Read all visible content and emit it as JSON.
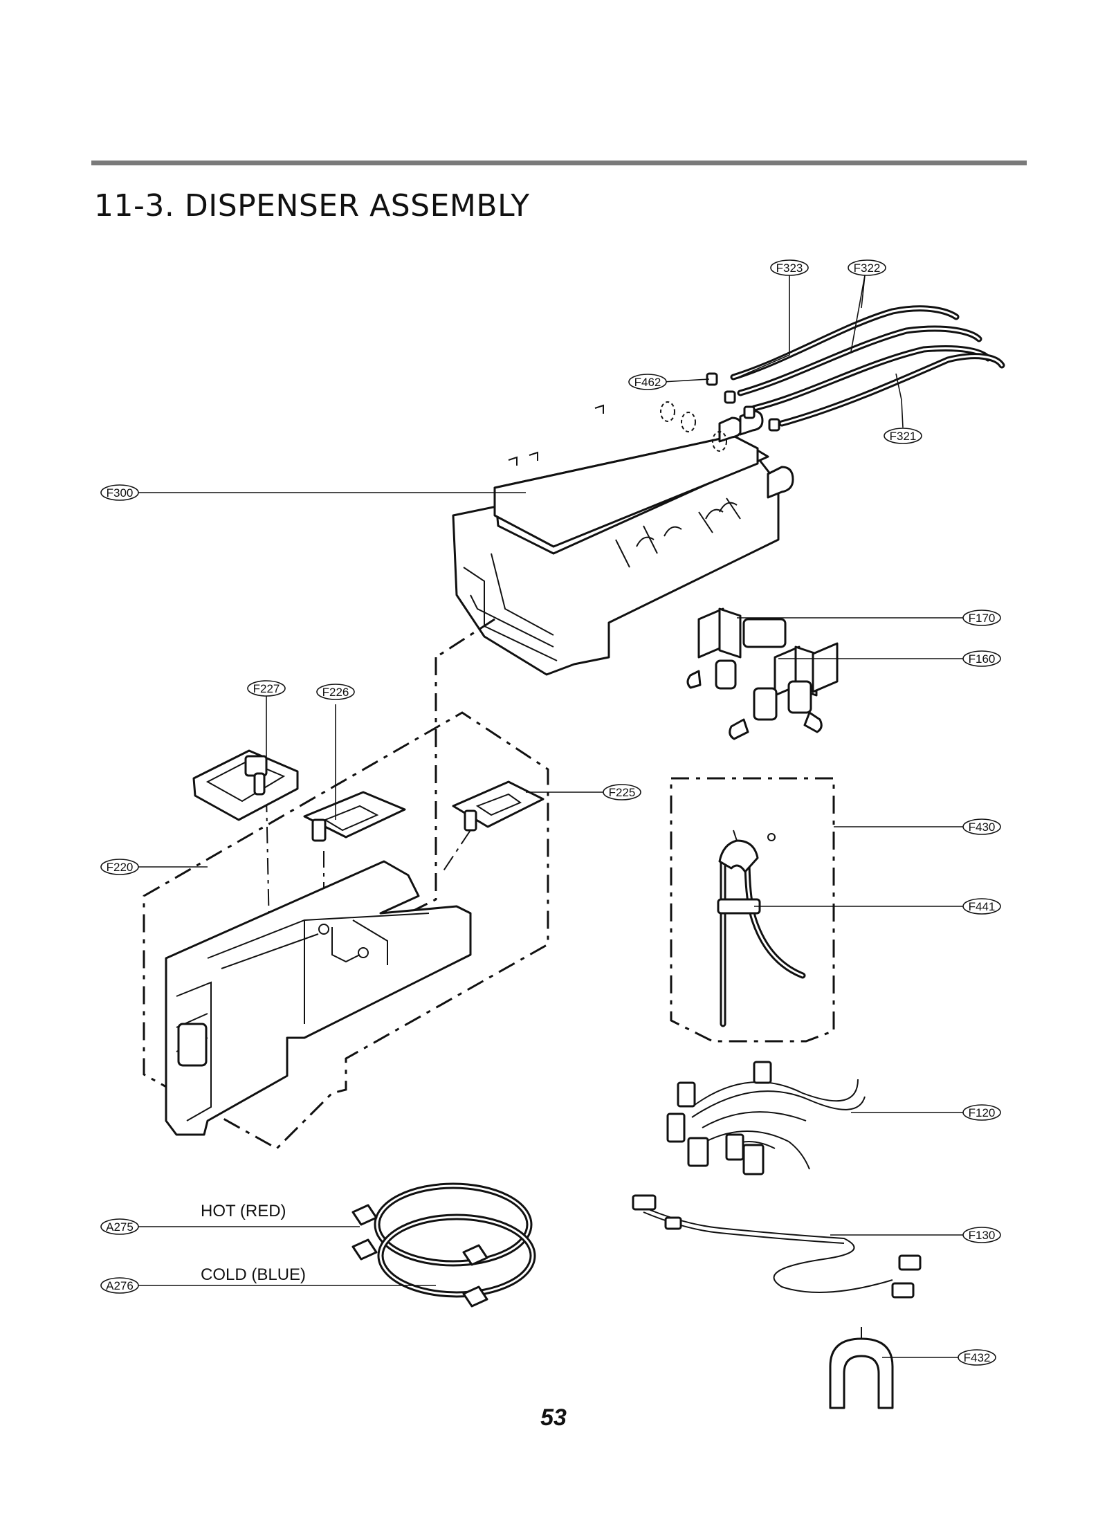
{
  "page": {
    "section_title": "11-3. DISPENSER ASSEMBLY",
    "page_number": "53"
  },
  "callouts": {
    "F323": "F323",
    "F322": "F322",
    "F462": "F462",
    "F321": "F321",
    "F300": "F300",
    "F170": "F170",
    "F160": "F160",
    "F227": "F227",
    "F226": "F226",
    "F225": "F225",
    "F430": "F430",
    "F220": "F220",
    "F441": "F441",
    "F120": "F120",
    "A275": "A275",
    "A276": "A276",
    "F130": "F130",
    "F432": "F432"
  },
  "hose_labels": {
    "hot": "HOT (RED)",
    "cold": "COLD (BLUE)"
  }
}
